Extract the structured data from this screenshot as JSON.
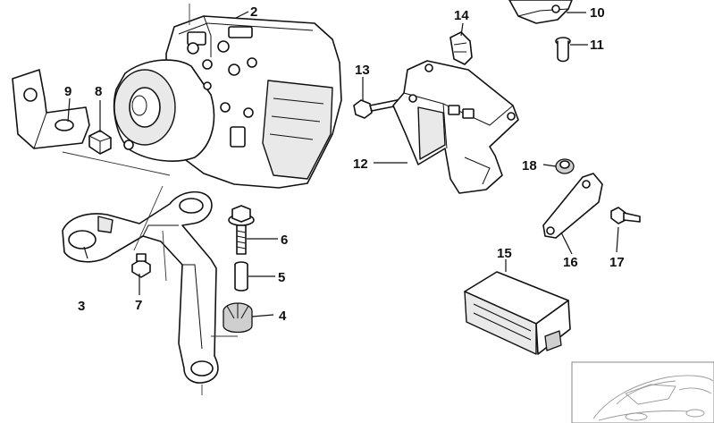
{
  "diagram": {
    "callouts": {
      "c2": "2",
      "c3": "3",
      "c4": "4",
      "c5": "5",
      "c6": "6",
      "c7": "7",
      "c8": "8",
      "c9": "9",
      "c10": "10",
      "c11": "11",
      "c12": "12",
      "c13": "13",
      "c14": "14",
      "c15": "15",
      "c16": "16",
      "c17": "17",
      "c18": "18"
    }
  }
}
